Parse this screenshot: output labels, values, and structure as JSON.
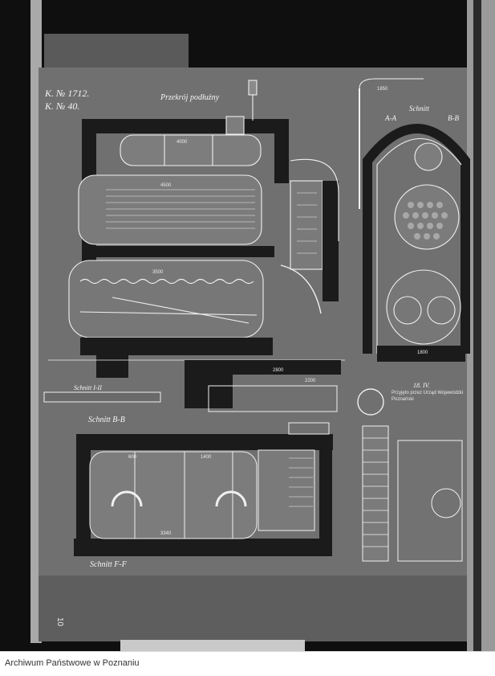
{
  "archive": {
    "name": "Archiwum Państwowe w Poznaniu"
  },
  "drawing": {
    "ref_top_1": "K. № 1712.",
    "ref_top_2": "K. № 40.",
    "title_top": "Przekrój podłużny",
    "section_aa": "A-A",
    "section_bb": "B-B",
    "section_top_right": "Schnitt",
    "section_mid": "Schnitt B-B",
    "section_bottom": "Schnitt F-F",
    "label_left_mid": "Schnitt I-II",
    "edge_number": "10",
    "stamp_text": "Przyjęto przez Urząd Wojewódzki",
    "stamp_sub": "Poznański",
    "date_fragment": "18. IV.",
    "dims": [
      "4000",
      "4500",
      "3500",
      "1800",
      "2800",
      "600",
      "1400",
      "3340",
      "2200",
      "1850"
    ],
    "colors": {
      "wall": "#1b1b1b",
      "paper": "#6f6f6f",
      "line": "#f0f0f0",
      "background": "#101010"
    }
  }
}
